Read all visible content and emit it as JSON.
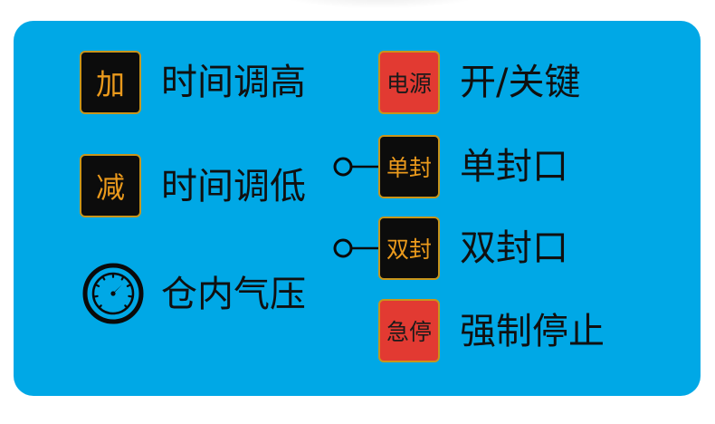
{
  "panel": {
    "background_color": "#00a8e6"
  },
  "left_column": {
    "increase": {
      "key_text": "加",
      "description": "时间调高"
    },
    "decrease": {
      "key_text": "减",
      "description": "时间调低"
    },
    "pressure": {
      "icon": "pressure-gauge-icon",
      "description": "仓内气压"
    }
  },
  "right_column": {
    "power": {
      "key_text": "电源",
      "description": "开/关键",
      "key_color": "#e23a32"
    },
    "single_seal": {
      "key_text": "单封",
      "description": "单封口",
      "indicator": "indicator-light-icon"
    },
    "double_seal": {
      "key_text": "双封",
      "description": "双封口",
      "indicator": "indicator-light-icon"
    },
    "emergency_stop": {
      "key_text": "急停",
      "description": "强制停止",
      "key_color": "#e23a32"
    }
  },
  "colors": {
    "key_border": "#c8951c",
    "key_dark_bg": "#0c0c0c",
    "key_dark_text": "#eb9a1c",
    "key_red_bg": "#e23a32"
  }
}
